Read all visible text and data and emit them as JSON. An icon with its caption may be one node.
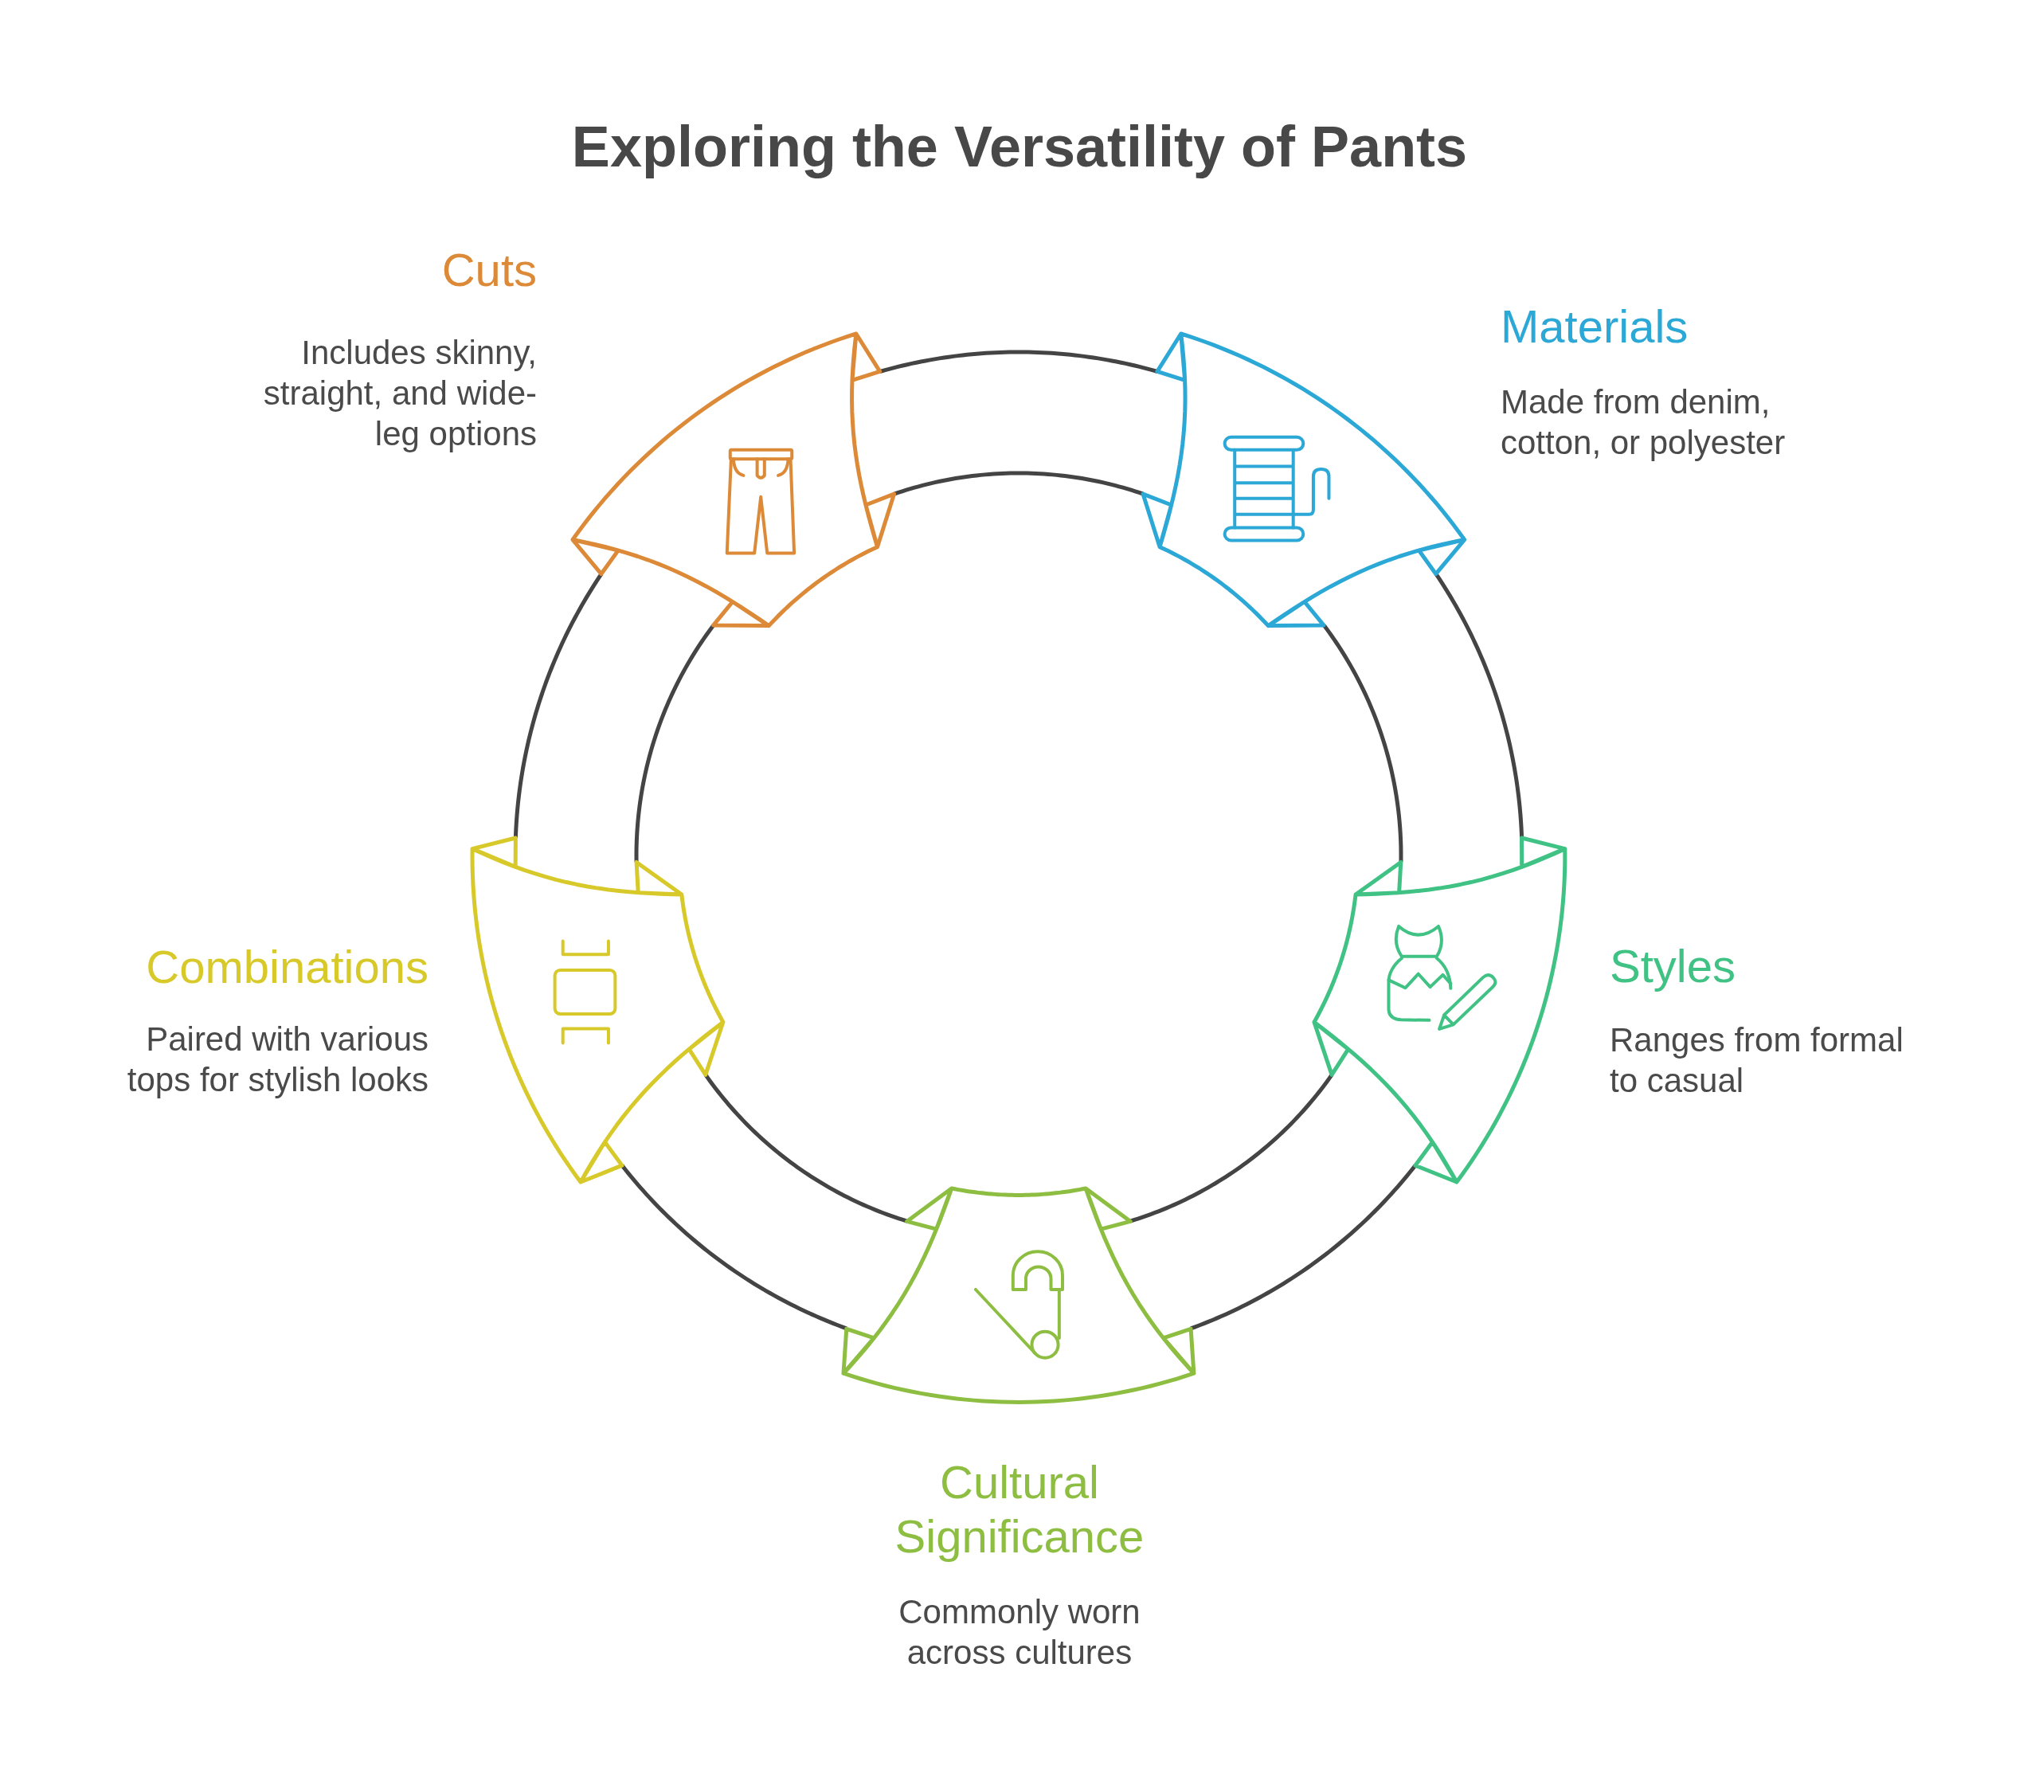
{
  "diagram": {
    "title": "Exploring the Versatility of Pants",
    "nodes": [
      {
        "text": [
          "Cuts",
          "Includes skinny, straight, and wide-leg options"
        ]
      },
      {
        "text": [
          "Materials",
          "Made from denim, cotton, or polyester"
        ]
      },
      {
        "text": [
          "Styles",
          "Ranges from formal to casual"
        ]
      },
      {
        "text": [
          "Cultural Significance",
          "Commonly worn across cultures"
        ]
      },
      {
        "text": [
          "Combinations",
          "Paired with various tops for stylish looks"
        ]
      }
    ],
    "edges": [
      {
        "from": 0,
        "to": 1,
        "arrow": "none"
      },
      {
        "from": 1,
        "to": 2,
        "arrow": "none"
      },
      {
        "from": 2,
        "to": 3,
        "arrow": "none"
      },
      {
        "from": 3,
        "to": 4,
        "arrow": "none"
      },
      {
        "from": 4,
        "to": 0,
        "arrow": "none"
      }
    ]
  }
}
